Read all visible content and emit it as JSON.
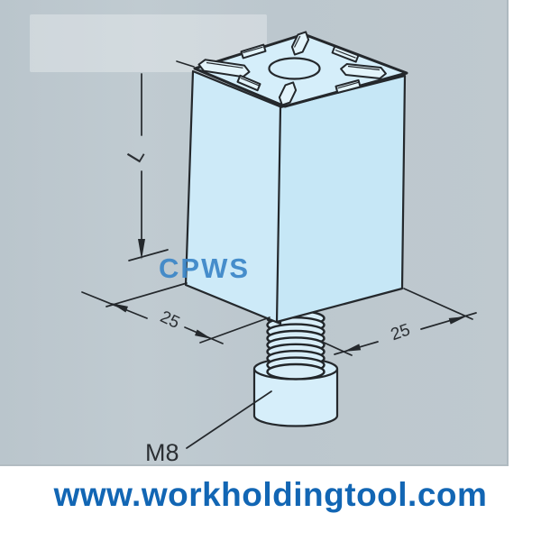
{
  "drawing": {
    "watermark": "CPWS",
    "website": "www.workholdingtool.com",
    "dimensions": {
      "height_label": "L",
      "width_label": "25",
      "depth_label": "25",
      "thread_label": "M8"
    },
    "colors": {
      "panel_background": "#bdc8ce",
      "highlight_rect": "#cdd6db",
      "part_fill": "#cdeaf8",
      "part_top_fill": "#d5eefa",
      "line": "#24282c",
      "watermark_blue": "#3b86c8",
      "website_blue": "#1266b4",
      "label_color": "#2b2f33"
    }
  }
}
